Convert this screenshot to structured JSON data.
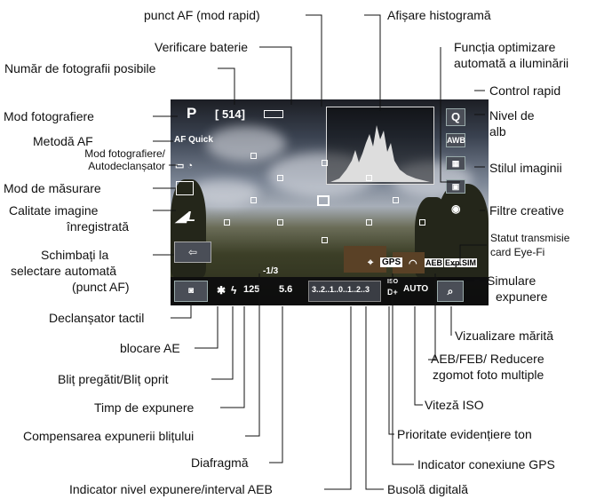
{
  "labels": {
    "punct_af": "punct AF (mod rapid)",
    "histograma": "Afișare histogramă",
    "verificare_baterie": "Verificare baterie",
    "optimizare_1": "Funcția optimizare",
    "optimizare_2": "automată a iluminării",
    "numar_foto": "Număr de fotografii posibile",
    "control_rapid": "Control rapid",
    "mod_fotografiere": "Mod fotografiere",
    "nivel_alb_1": "Nivel de",
    "nivel_alb_2": "alb",
    "metoda_af": "Metodă AF",
    "mod_foto_autodecl_1": "Mod fotografiere/",
    "mod_foto_autodecl_2": "Autodeclanșator",
    "stilul_imaginii": "Stilul imaginii",
    "mod_masurare": "Mod de măsurare",
    "calitate_1": "Calitate imagine",
    "calitate_2": "înregistrată",
    "filtre_creative": "Filtre creative",
    "schimbati_1": "Schimbați la",
    "schimbati_2": "selectare automată",
    "schimbati_3": "(punct AF)",
    "eyefi_1": "Statut transmisie",
    "eyefi_2": "card Eye-Fi",
    "simulare_1": "Simulare",
    "simulare_2": "expunere",
    "declansator_tactil": "Declanșator tactil",
    "vizualizare_marita": "Vizualizare mărită",
    "blocare_ae": "blocare AE",
    "aeb_1": "AEB/FEB/ Reducere",
    "aeb_2": "zgomot foto multiple",
    "blit": "Bliț pregătit/Bliț oprit",
    "viteza_iso": "Viteză ISO",
    "timp_expunere": "Timp de expunere",
    "prioritate_ton": "Prioritate evidențiere ton",
    "compensare_blit": "Compensarea expunerii blițului",
    "indicator_gps": "Indicator conexiune GPS",
    "diafragma": "Diafragmă",
    "indicator_nivel": "Indicator nivel expunere/interval AEB",
    "busola": "Busolă digitală"
  },
  "screen": {
    "mode": "P",
    "shots": "[ 514]",
    "af_quick": "AF Quick",
    "awb": "AWB",
    "q": "Q",
    "shutter": "125",
    "aperture": "5.6",
    "scale": "3..2..1..0..1..2..3",
    "gps": "GPS",
    "auto": "AUTO",
    "aeb": "AEB",
    "expsim": "Exp.SIM",
    "flash_comp": "-1/3",
    "iso_label": "ISO"
  }
}
